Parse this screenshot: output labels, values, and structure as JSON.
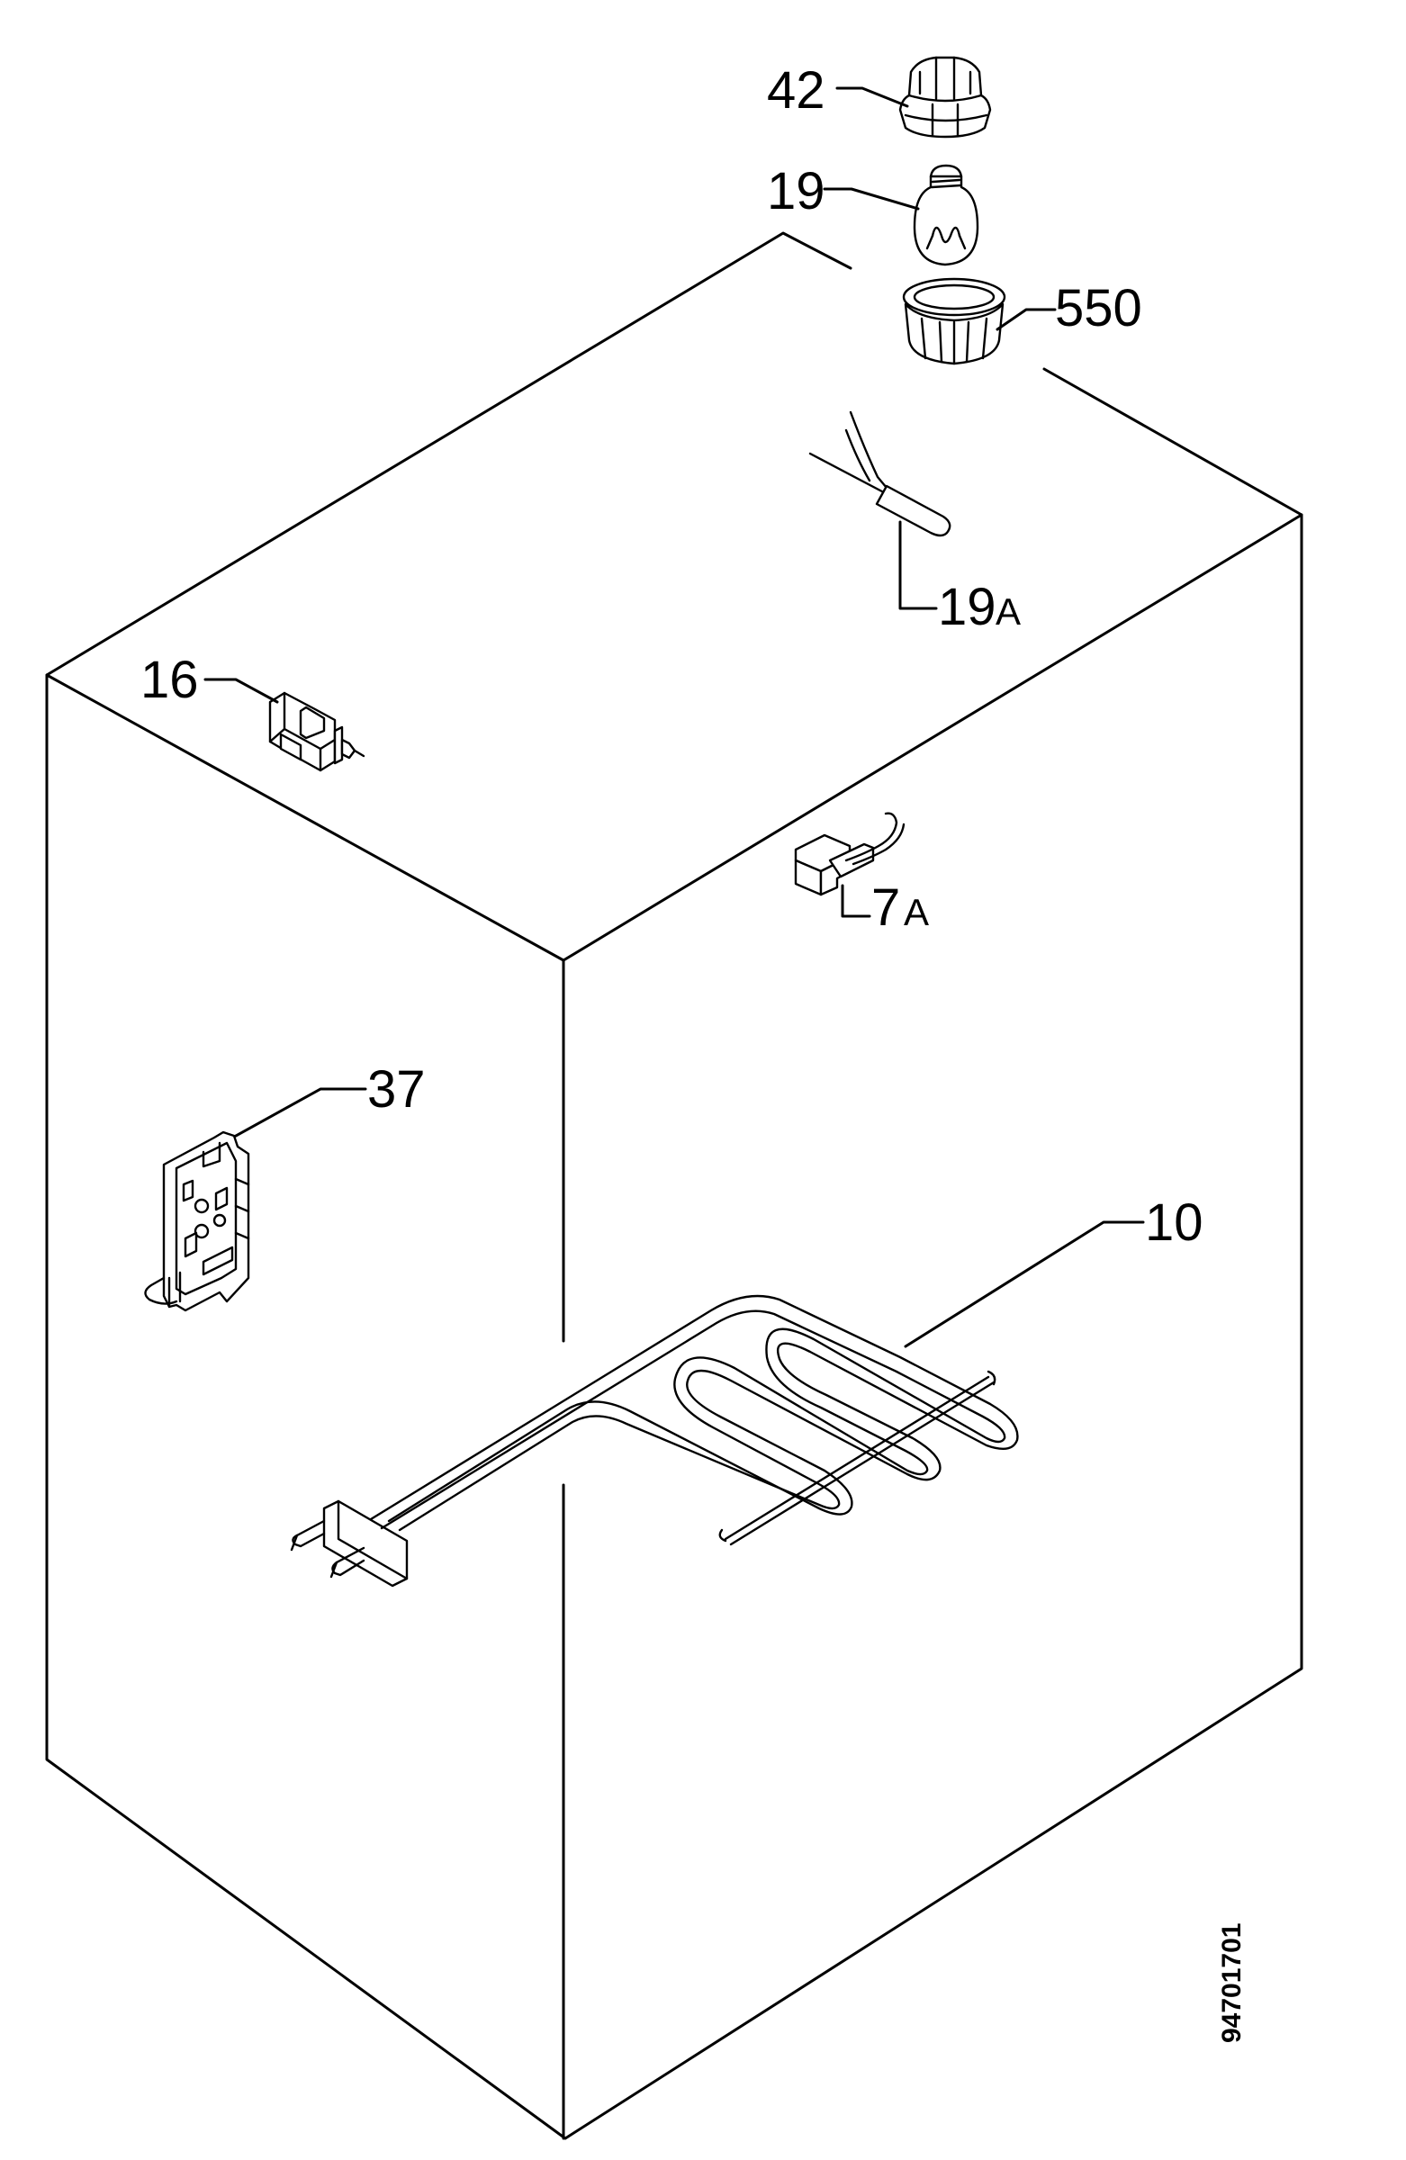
{
  "diagram": {
    "labels": {
      "p42": "42",
      "p19": "19",
      "p550": "550",
      "p19a_num": "19",
      "p19a_suffix": "A",
      "p16": "16",
      "p7a_num": "7",
      "p7a_suffix": "A",
      "p37": "37",
      "p10": "10"
    },
    "document_number": "94701701"
  }
}
